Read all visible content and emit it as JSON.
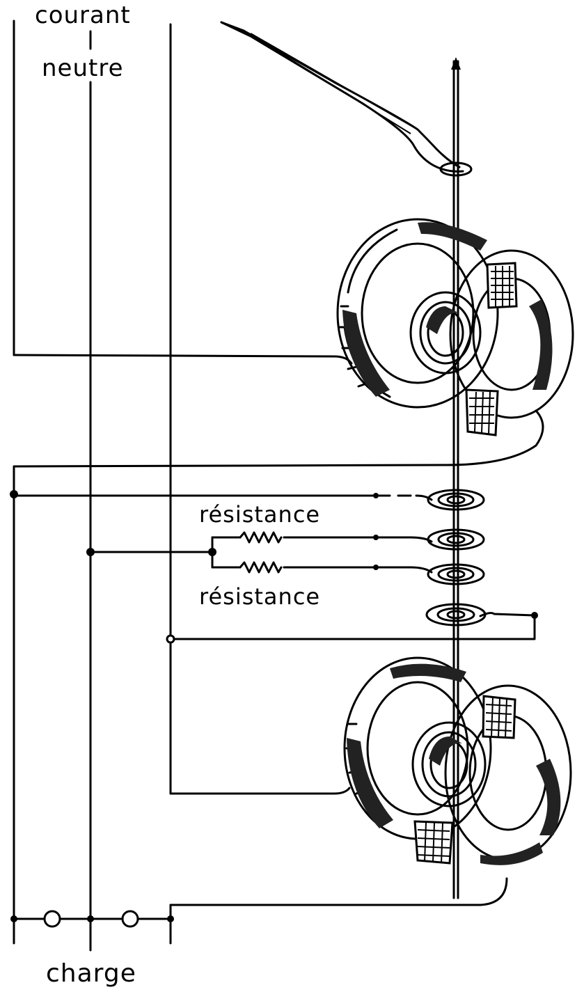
{
  "labels": {
    "current": "courant",
    "neutral": "neutre",
    "resistance_top": "résistance",
    "resistance_bottom": "résistance",
    "load": "charge"
  },
  "colors": {
    "ink": "#000000",
    "background": "#ffffff"
  }
}
